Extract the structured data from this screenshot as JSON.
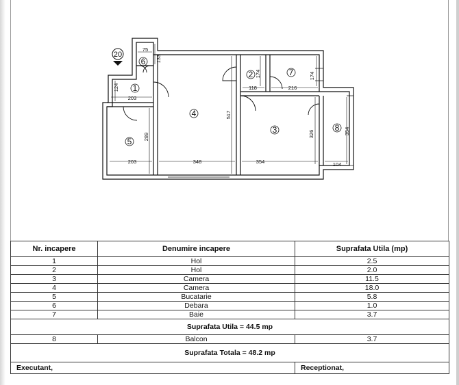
{
  "plan": {
    "rooms": [
      {
        "no": "1"
      },
      {
        "no": "2"
      },
      {
        "no": "3"
      },
      {
        "no": "4"
      },
      {
        "no": "5"
      },
      {
        "no": "6"
      },
      {
        "no": "7"
      },
      {
        "no": "8"
      }
    ],
    "marker": "20",
    "dims": {
      "d75": "75",
      "d133": "133",
      "d124": "124",
      "d203a": "203",
      "d174a": "174",
      "d118": "118",
      "d216": "216",
      "d174b": "174",
      "d517": "517",
      "d289": "289",
      "d326": "326",
      "d354a": "354",
      "d203b": "203",
      "d348": "348",
      "d354b": "354",
      "d104": "104"
    }
  },
  "table": {
    "header": {
      "nr": "Nr. incapere",
      "name": "Denumire incapere",
      "area": "Suprafata Utila (mp)"
    },
    "rows": [
      {
        "nr": "1",
        "name": "Hol",
        "area": "2.5"
      },
      {
        "nr": "2",
        "name": "Hol",
        "area": "2.0"
      },
      {
        "nr": "3",
        "name": "Camera",
        "area": "11.5"
      },
      {
        "nr": "4",
        "name": "Camera",
        "area": "18.0"
      },
      {
        "nr": "5",
        "name": "Bucatarie",
        "area": "5.8"
      },
      {
        "nr": "6",
        "name": "Debara",
        "area": "1.0"
      },
      {
        "nr": "7",
        "name": "Baie",
        "area": "3.7"
      }
    ],
    "utila": "Suprafata Utila = 44.5 mp",
    "balcon": {
      "nr": "8",
      "name": "Balcon",
      "area": "3.7"
    },
    "totala": "Suprafata Totala = 48.2 mp",
    "executant": "Executant,",
    "receptionat": "Receptionat,"
  }
}
